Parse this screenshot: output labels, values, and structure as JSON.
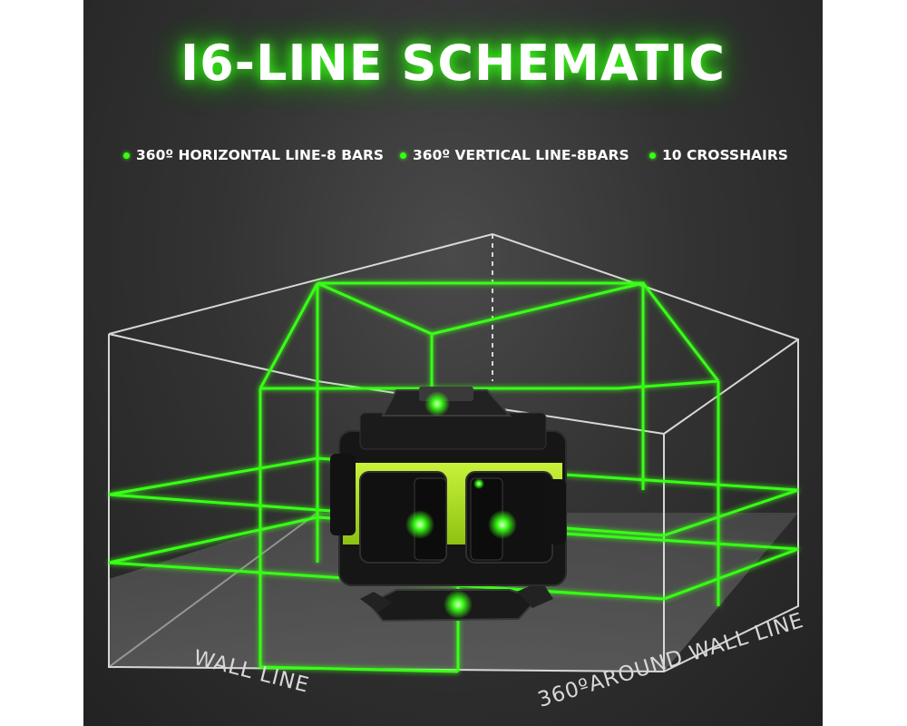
{
  "title": "I6-LINE SCHEMATIC",
  "features": [
    {
      "label": "360º HORIZONTAL LINE-8 BARS"
    },
    {
      "label": "360º VERTICAL LINE-8BARS"
    },
    {
      "label": "10 CROSSHAIRS"
    }
  ],
  "captions": {
    "wall_line": "WALL  LINE",
    "around_wall_line": "360ºAROUND WALL LINE"
  },
  "colors": {
    "laser_green": "#39ff14",
    "device_accent": "#aee11b",
    "background": "#2e2e2e"
  }
}
